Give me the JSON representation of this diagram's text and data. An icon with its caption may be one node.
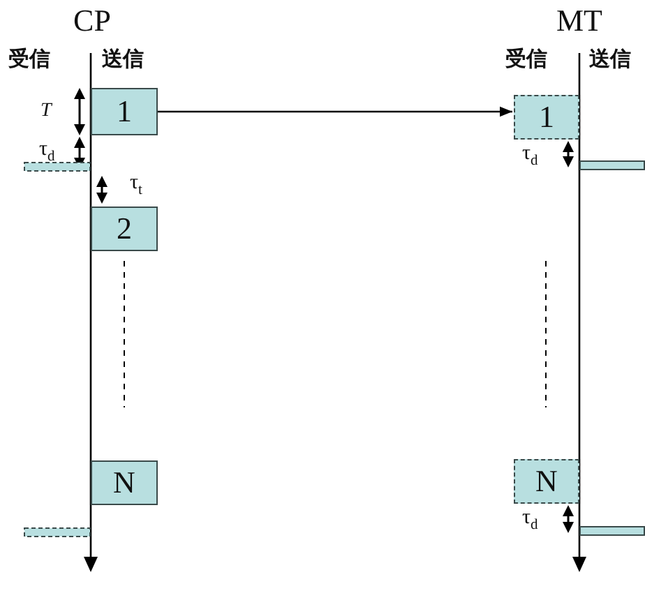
{
  "diagram": {
    "nodes": [
      {
        "text": [
          "1"
        ]
      },
      {
        "text": [
          "1"
        ]
      },
      {
        "text": [
          "2"
        ]
      },
      {
        "text": [
          "N"
        ]
      },
      {
        "text": [
          "N"
        ]
      }
    ],
    "edges": [
      {
        "from": 0,
        "to": 1,
        "arrow": "to"
      }
    ],
    "labels": [
      "CP",
      "MT",
      "受信",
      "送信",
      "受信",
      "送信",
      "T",
      "τ$_{d}$",
      "τ$_{t}$",
      "τ$_{d}$",
      "τ$_{d}$"
    ]
  }
}
